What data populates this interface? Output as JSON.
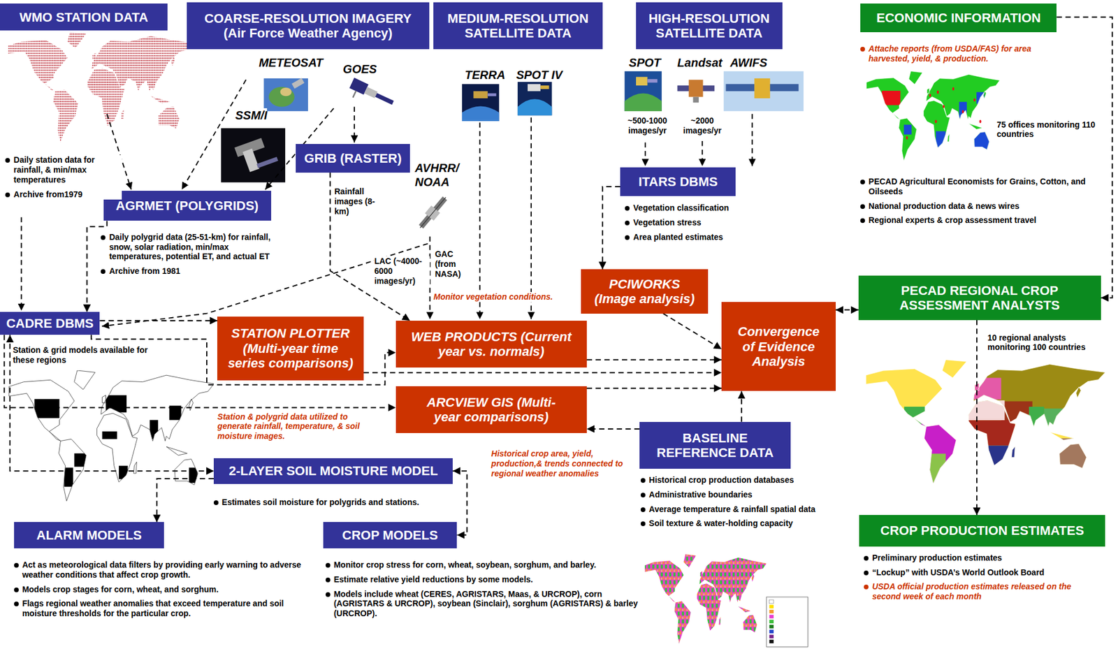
{
  "diagram": {
    "nodes": [
      {
        "text": [
          "WMO STATION DATA"
        ]
      },
      {
        "text": [
          "COARSE-RESOLUTION IMAGERY (Air Force Weather Agency)"
        ]
      },
      {
        "text": [
          "MEDIUM-RESOLUTION SATELLITE DATA"
        ]
      },
      {
        "text": [
          "HIGH-RESOLUTION SATELLITE DATA"
        ]
      },
      {
        "text": [
          "ECONOMIC INFORMATION"
        ]
      },
      {
        "text": [
          "GRIB (RASTER)"
        ]
      },
      {
        "text": [
          "AGRMET (POLYGRIDS)"
        ]
      },
      {
        "text": [
          "ITARS DBMS"
        ]
      },
      {
        "text": [
          "CADRE DBMS"
        ]
      },
      {
        "text": [
          "PCIWORKS (Image analysis)"
        ]
      },
      {
        "text": [
          "STATION PLOTTER (Multi-year time series comparisons)"
        ]
      },
      {
        "text": [
          "WEB PRODUCTS (Current year vs. normals)"
        ]
      },
      {
        "text": [
          "Convergence of Evidence Analysis"
        ]
      },
      {
        "text": [
          "PECAD REGIONAL CROP ASSESSMENT ANALYSTS"
        ]
      },
      {
        "text": [
          "ARCVIEW GIS (Multi-year comparisons)"
        ]
      },
      {
        "text": [
          "BASELINE REFERENCE DATA"
        ]
      },
      {
        "text": [
          "2-LAYER SOIL MOISTURE MODEL"
        ]
      },
      {
        "text": [
          "ALARM MODELS"
        ]
      },
      {
        "text": [
          "CROP MODELS"
        ]
      },
      {
        "text": [
          "CROP PRODUCTION ESTIMATES"
        ]
      }
    ],
    "edges": [
      {
        "from": 6,
        "to": 8,
        "arrow": "to"
      },
      {
        "from": 8,
        "to": 10,
        "arrow": "to"
      },
      {
        "from": 8,
        "to": 11,
        "arrow": "to"
      },
      {
        "from": 8,
        "to": 14,
        "arrow": "to",
        "label": "Station & polygrid data utilized to generate rainfall, temperature, & soil moisture images."
      },
      {
        "from": 8,
        "to": 16,
        "arrow": "both"
      },
      {
        "from": 5,
        "to": 11,
        "arrow": "to",
        "label": "Rainfall images (8-km)"
      },
      {
        "from": 7,
        "to": 9,
        "arrow": "to"
      },
      {
        "from": 9,
        "to": 12,
        "arrow": "to"
      },
      {
        "from": 10,
        "to": 12,
        "arrow": "to"
      },
      {
        "from": 11,
        "to": 12,
        "arrow": "to"
      },
      {
        "from": 14,
        "to": 12,
        "arrow": "to"
      },
      {
        "from": 15,
        "to": 14,
        "arrow": "to",
        "label": "Historical crop area, yield, production,& trends connected to regional weather anomalies"
      },
      {
        "from": 15,
        "to": 12,
        "arrow": "to"
      },
      {
        "from": 16,
        "to": 17,
        "arrow": "to"
      },
      {
        "from": 16,
        "to": 18,
        "arrow": "both"
      },
      {
        "from": 12,
        "to": 13,
        "arrow": "both"
      },
      {
        "from": 4,
        "to": 13,
        "arrow": "to"
      },
      {
        "from": 13,
        "to": 19,
        "arrow": "to"
      }
    ],
    "labels": [
      "METEOSAT",
      "GOES",
      "SSM/I",
      "TERRA",
      "SPOT IV",
      "SPOT",
      "Landsat",
      "AWIFS",
      "~500-1000 images/yr",
      "~2000 images/yr",
      "AVHRR/ NOAA",
      "LAC (~4000-6000 images/yr)",
      "GAC (from NASA)",
      "Monitor vegetation conditions.",
      "Daily station data for rainfall, & min/max temperatures",
      "Archive from1979",
      "Daily polygrid data (25-51-km) for rainfall, snow, solar radiation, min/max temperatures, potential ET, and actual ET",
      "Archive from 1981",
      "Vegetation classification",
      "Vegetation stress",
      "Area planted estimates",
      "Station & grid models available for these regions",
      "Estimates soil moisture for polygrids and stations.",
      "Act as meteorological data filters by providing early warning to adverse weather conditions that affect crop growth.",
      "Models crop stages for corn, wheat, and sorghum.",
      "Flags regional weather anomalies that exceed temperature and soil moisture thresholds for the particular crop.",
      "Monitor crop stress for corn, wheat, soybean, sorghum, and barley.",
      "Estimate relative yield reductions by some models.",
      "Models include wheat (CERES, AGRISTARS, Maas, & URCROP), corn (AGRISTARS & URCROP), soybean (Sinclair), sorghum (AGRISTARS) & barley (URCROP).",
      "Historical crop production databases",
      "Administrative boundaries",
      "Average temperature & rainfall spatial data",
      "Soil texture & water-holding capacity",
      "Attache reports (from USDA/FAS) for area harvested, yield, & production.",
      "75 offices monitoring 110 countries",
      "PECAD Agricultural Economists for Grains, Cotton, and Oilseeds",
      "National production data & news wires",
      "Regional experts & crop assessment travel",
      "10 regional analysts monitoring 100 countries",
      "Preliminary production estimates",
      "“Lockup” with USDA’s World Outlook Board",
      "USDA official production estimates released on the second week of each month"
    ]
  }
}
